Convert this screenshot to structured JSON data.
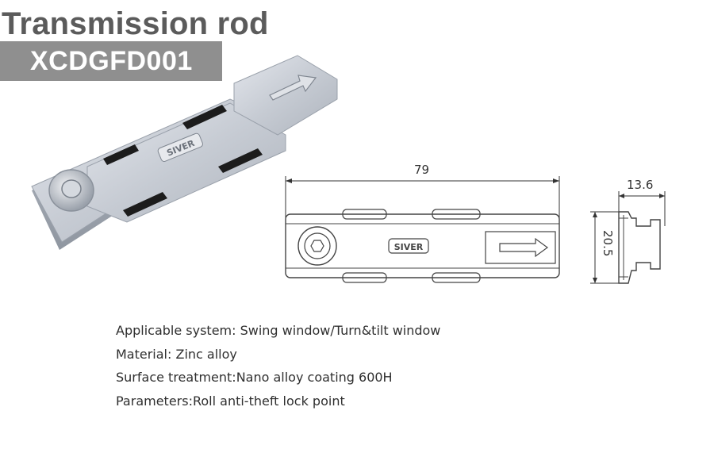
{
  "header": {
    "title": "Transmission rod",
    "code": "XCDGFD001"
  },
  "brand": "SIVER",
  "dimensions": {
    "length": "79",
    "depth": "13.6",
    "height": "20.5"
  },
  "specs": [
    "Applicable system: Swing window/Turn&tilt window",
    "Material: Zinc alloy",
    "Surface treatment:Nano alloy coating 600H",
    "Parameters:Roll anti-theft lock point"
  ],
  "colors": {
    "title": "#5b5b5b",
    "band": "#8f8f8f",
    "metal": "#c9ced6",
    "rubber": "#1c1c1c"
  }
}
